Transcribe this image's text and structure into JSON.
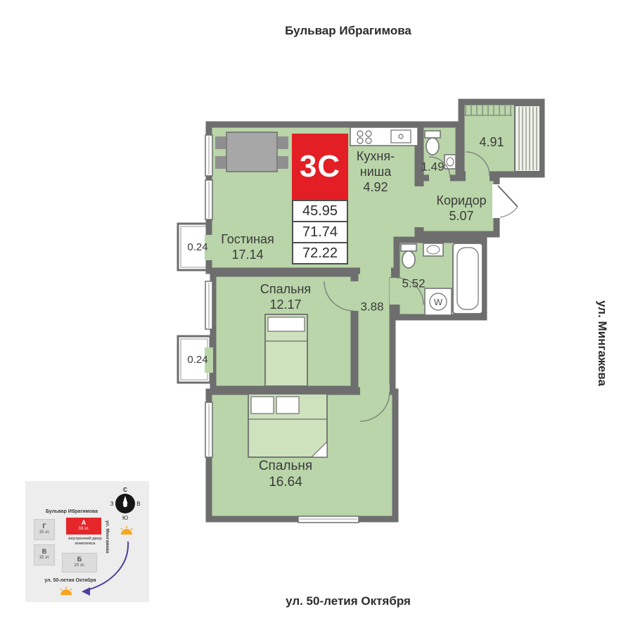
{
  "streets": {
    "top": "Бульвар Ибрагимова",
    "right": "ул. Мингажева",
    "bottom": "ул. 50-летия Октября"
  },
  "plan": {
    "unit": {
      "label": "3C",
      "areas": [
        "45.95",
        "71.74",
        "72.22"
      ]
    },
    "rooms": [
      {
        "name": "Кухня-ниша",
        "area": "4.92"
      },
      {
        "area": "1.49"
      },
      {
        "area": "4.91"
      },
      {
        "name": "Коридор",
        "area": "5.07"
      },
      {
        "name": "Гостиная",
        "area": "17.14"
      },
      {
        "area": "0.24"
      },
      {
        "name": "Спальня",
        "area": "12.17"
      },
      {
        "area": "3.88"
      },
      {
        "area": "5.52"
      },
      {
        "area": "0.24"
      },
      {
        "name": "Спальня",
        "area": "16.64"
      }
    ],
    "fixtures": {
      "washer_label": "W"
    },
    "colors": {
      "room_fill": "#b9d5a9",
      "wall": "#6e6e6e",
      "accent": "#e31e24"
    }
  },
  "minimap": {
    "streets": {
      "top": "Бульвар Ибрагимова",
      "right": "ул. Мингажева",
      "bottom": "ул. 50-летия Октября"
    },
    "courtyard": "внутренний двор комплекса",
    "compass": {
      "n": "С",
      "e": "В",
      "s": "Ю",
      "w": "З"
    },
    "buildings": [
      {
        "label": "Г",
        "floors": "15 эт."
      },
      {
        "label": "В",
        "floors": "15 эт."
      },
      {
        "label": "А",
        "floors": "33 эт."
      },
      {
        "label": "Б",
        "floors": "20 эт."
      }
    ]
  }
}
